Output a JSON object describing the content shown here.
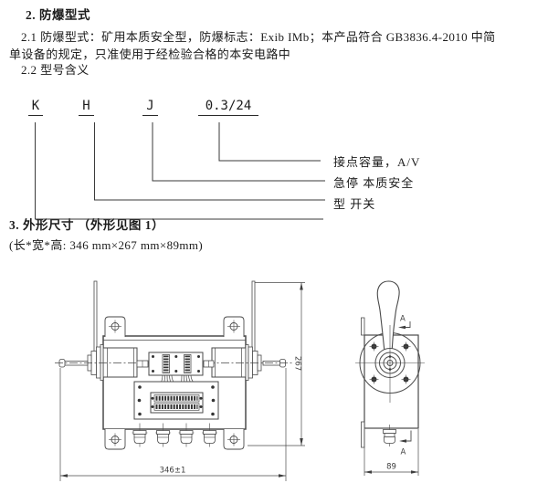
{
  "document": {
    "section2": {
      "heading": "2. 防爆型式",
      "para_line1": "2.1  防爆型式：矿用本质安全型，防爆标志：Exib IMb；本产品符合 GB3836.4-2010 中简",
      "para_line2": "单设备的规定，只准使用于经检验合格的本安电路中",
      "item22": "2.2  型号含义"
    },
    "model_code": {
      "k": "K",
      "h": "H",
      "j": "J",
      "rating": "0.3/24"
    },
    "model_labels": {
      "rating": "接点容量，A/V",
      "j": "急停 本质安全",
      "h": "型 开关"
    },
    "section3": {
      "heading": "3. 外形尺寸 （外形见图 1）",
      "size_note": "(长*宽*高: 346 mm×267 mm×89mm)"
    },
    "figure": {
      "dim_width": "346±1",
      "dim_height": "267",
      "dim_depth": "89",
      "section_marker": "A"
    }
  }
}
